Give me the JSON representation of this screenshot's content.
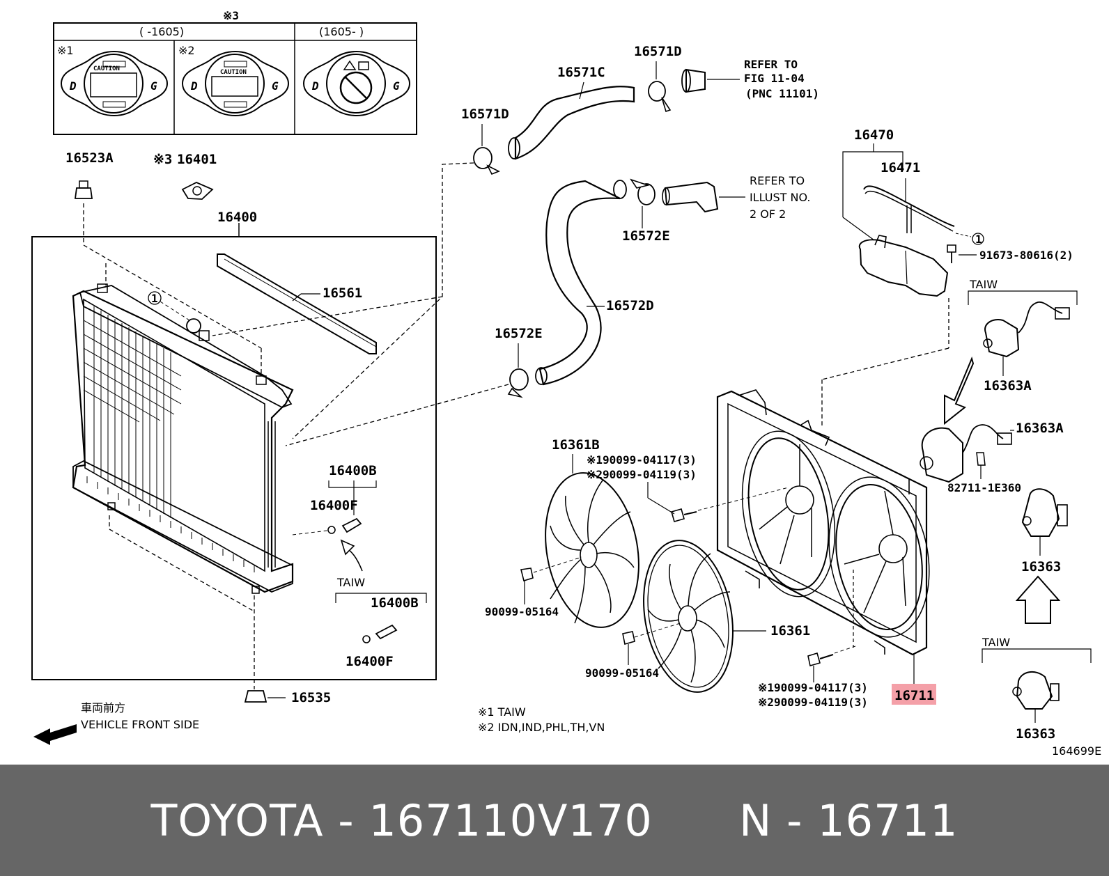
{
  "legend_box": {
    "note_mark": "※3",
    "col1_header": "(     -1605)",
    "col2_header": "(1605-     )",
    "cell1_mark": "※1",
    "cell2_mark": "※2",
    "cap_caution": "CAUTION"
  },
  "labels": {
    "p16523A": "16523A",
    "p16401_mark": "※3",
    "p16401": "16401",
    "p16400": "16400",
    "p16561": "16561",
    "p16571C": "16571C",
    "p16571D_top": "16571D",
    "p16571D_left": "16571D",
    "refer1_line1": "REFER TO",
    "refer1_line2": "FIG 11-04",
    "refer1_line3": "(PNC 11101)",
    "refer2_line1": "REFER TO",
    "refer2_line2": "ILLUST NO.",
    "refer2_line3": "2 OF 2",
    "p16572E_top": "16572E",
    "p16572D": "16572D",
    "p16572E_left": "16572E",
    "p16470": "16470",
    "p16471": "16471",
    "circle_ref": "1",
    "p91673": "91673-80616(2)",
    "taiw_1": "TAIW",
    "p16363A_a": "16363A",
    "p16363A_b": "16363A",
    "p82711": "82711-1E360",
    "p16363_a": "16363",
    "taiw_2": "TAIW",
    "p16363_b": "16363",
    "p16361B": "16361B",
    "bolt_top_1": "※190099-04117(3)",
    "bolt_top_2": "※290099-04119(3)",
    "p90099_a": "90099-05164",
    "p16361": "16361",
    "p90099_b": "90099-05164",
    "bolt_bot_1": "※190099-04117(3)",
    "bolt_bot_2": "※290099-04119(3)",
    "p16711": "16711",
    "p16400B_a": "16400B",
    "p16400F_a": "16400F",
    "taiw_3": "TAIW",
    "p16400B_b": "16400B",
    "p16400F_b": "16400F",
    "p16535": "16535",
    "front_jp": "車両前方",
    "front_en": "VEHICLE FRONT SIDE",
    "note1": "※1 TAIW",
    "note2": "※2 IDN,IND,PHL,TH,VN",
    "fig_code": "164699E"
  },
  "footer": {
    "text_left": "TOYOTA - 167110V170",
    "text_right": "N - 16711"
  },
  "colors": {
    "highlight": "#f4a0a8",
    "footer_bg": "#666666"
  }
}
